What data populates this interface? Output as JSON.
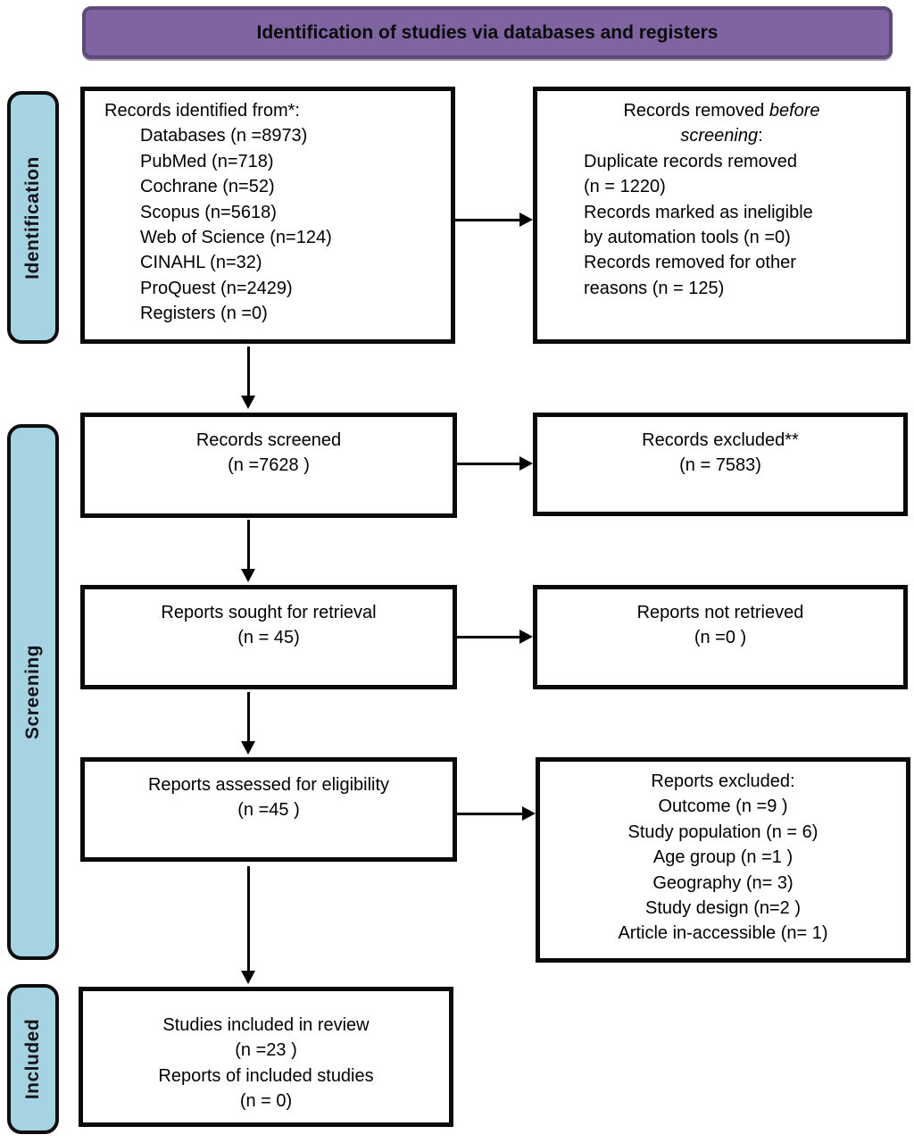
{
  "header": {
    "title": "Identification of studies via databases and registers"
  },
  "stages": {
    "identification": "Identification",
    "screening": "Screening",
    "included": "Included"
  },
  "boxes": {
    "identified": {
      "title": "Records identified from*:",
      "items": [
        "Databases (n =8973)",
        "PubMed (n=718)",
        "Cochrane (n=52)",
        "Scopus (n=5618)",
        "Web of Science (n=124)",
        "CINAHL (n=32)",
        "ProQuest (n=2429)",
        "Registers (n =0)"
      ]
    },
    "removed": {
      "title_normal": "Records removed ",
      "title_italic1": "before",
      "title_italic2": "screening",
      "title_colon": ":",
      "items": [
        "Duplicate records removed\n(n = 1220)",
        "Records marked as ineligible\nby automation tools (n =0)",
        "Records removed for other\nreasons (n = 125)"
      ]
    },
    "screened": {
      "text": "Records screened\n(n =7628 )"
    },
    "excluded": {
      "text": "Records excluded**\n(n = 7583)"
    },
    "sought": {
      "text": "Reports sought for retrieval\n(n = 45)"
    },
    "not_retrieved": {
      "text": "Reports not retrieved\n(n =0 )"
    },
    "assessed": {
      "text": "Reports assessed for eligibility\n(n =45 )"
    },
    "reports_excluded": {
      "title": "Reports excluded:",
      "items": [
        "Outcome (n =9 )",
        "Study population (n = 6)",
        "Age group (n =1 )",
        "Geography (n= 3)",
        "Study design (n=2 )",
        "Article in-accessible (n= 1)"
      ]
    },
    "included_studies": {
      "text": "Studies included in review\n(n =23 )\nReports of included studies\n(n = 0)"
    }
  },
  "colors": {
    "banner_fill": "#8064A2",
    "banner_border": "#5d4a79",
    "stage_fill": "#A6D3E2",
    "box_border": "#0a0a0a",
    "arrow": "#000000"
  }
}
